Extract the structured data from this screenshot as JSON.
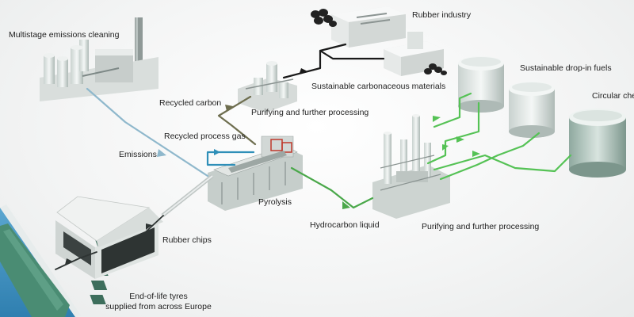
{
  "labels": {
    "multistage_emissions_cleaning": "Multistage emissions cleaning",
    "rubber_industry": "Rubber industry",
    "sustainable_carbonaceous_materials": "Sustainable carbonaceous materials",
    "sustainable_dropin_fuels": "Sustainable drop-in fuels",
    "circular_chemicals": "Circular che",
    "recycled_carbon": "Recycled carbon",
    "purifying_top": "Purifying and further processing",
    "recycled_process_gas": "Recycled process gas",
    "emissions": "Emissions",
    "pyrolysis": "Pyrolysis",
    "hydrocarbon_liquid": "Hydrocarbon liquid",
    "purifying_bottom": "Purifying and further processing",
    "rubber_chips": "Rubber chips",
    "end_of_life_tyres_line1": "End-of-life tyres",
    "end_of_life_tyres_line2": "supplied from across Europe"
  },
  "colors": {
    "emissions_flow": "#8fb8cc",
    "process_gas_flow": "#2f8fb8",
    "carbon_flow": "#6e6e4f",
    "materials_flow": "#1a1a1a",
    "liquid_flow": "#4aa84a",
    "fuel_flow": "#55c255",
    "water": "#3a8fc0",
    "ship_hull": "#4a8c73"
  }
}
